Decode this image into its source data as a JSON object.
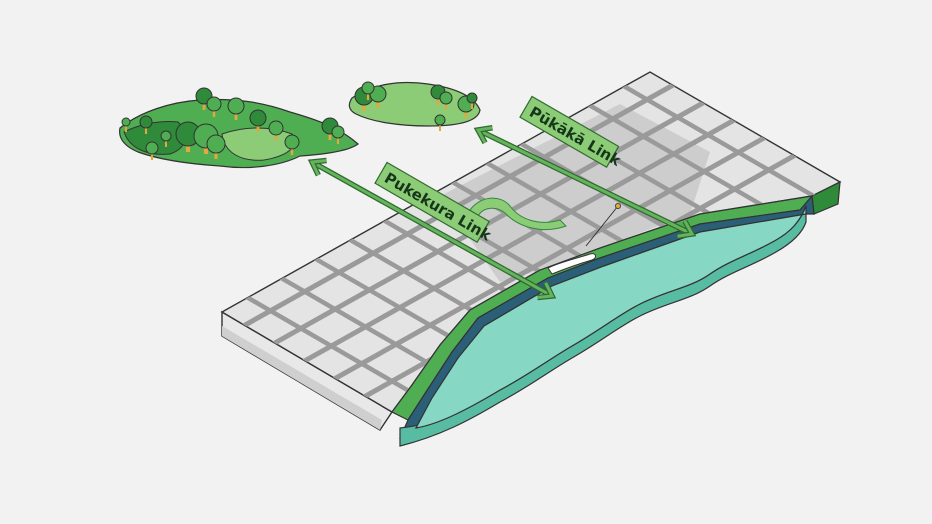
{
  "links": [
    {
      "id": "pukekura",
      "label": "Pukekura Link"
    },
    {
      "id": "pukaka",
      "label": "Pūkākā Link"
    }
  ],
  "colors": {
    "background": "#f2f2f2",
    "city_top": "#e3e3e3",
    "block_dark": "#c9c9c9",
    "street": "#9a9a9a",
    "outline": "#333333",
    "side_light": "#e6e6e6",
    "side_dark": "#b9b9b9",
    "water_top": "#86d8c4",
    "water_side": "#58bca3",
    "water_deep": "#2b5f78",
    "park": "#4fae52",
    "park_dark": "#2f8a3a",
    "link_fill": "#66b35e",
    "label_fill": "#8ccc76",
    "trunk": "#e0a93e"
  }
}
